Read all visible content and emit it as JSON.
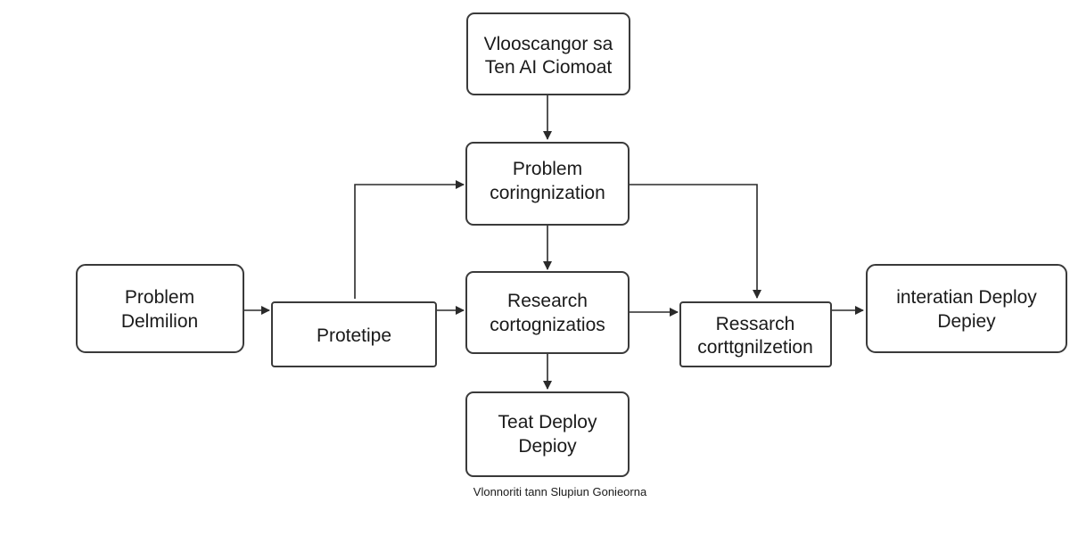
{
  "nodes": {
    "top": {
      "line1": "Vlooscangor sa",
      "line2": "Ten AI Ciomoat"
    },
    "problem_org": {
      "line1": "Problem",
      "line2": "coringnization"
    },
    "problem_def": {
      "line1": "Problem",
      "line2": "Delmilion"
    },
    "prototype": {
      "line1": "Protetipe"
    },
    "research_center": {
      "line1": "Research",
      "line2": "cortognizatios"
    },
    "research_right": {
      "line1": "Ressarch",
      "line2": "corttgnilzetion"
    },
    "integration_deploy": {
      "line1": "interatian Deploy",
      "line2": "Depiey"
    },
    "test_deploy": {
      "line1": "Teat Deploy",
      "line2": "Depioy"
    }
  },
  "caption": "Vlonnoriti tann Slupiun Gonieorna",
  "colors": {
    "stroke": "#3a3a3a",
    "text": "#1a1a1a",
    "background": "#ffffff"
  }
}
